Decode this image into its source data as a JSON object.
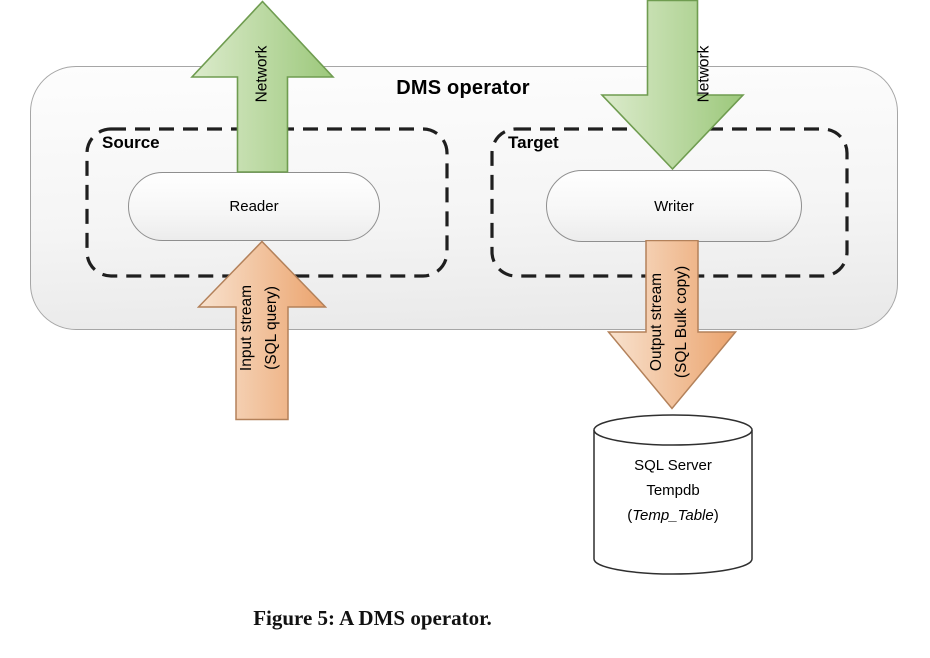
{
  "diagram": {
    "title": "DMS operator",
    "source_label": "Source",
    "reader_label": "Reader",
    "target_label": "Target",
    "writer_label": "Writer",
    "network_up_label": "Network",
    "network_down_label": "Network",
    "input_stream": {
      "line1": "Input stream",
      "line2": "(SQL query)"
    },
    "output_stream": {
      "line1": "Output stream",
      "line2": "(SQL Bulk copy)"
    },
    "database": {
      "line1": "SQL Server",
      "line2": "Tempdb",
      "paren_open": "(",
      "table_name": "Temp_Table",
      "paren_close": ")"
    }
  },
  "caption": "Figure 5: A DMS operator.",
  "colors": {
    "green_light": "#dcebcc",
    "green_fill": "#9cc87b",
    "green_stroke": "#6f9c50",
    "orange_light": "#f8e2ce",
    "orange_fill": "#eba36d",
    "orange_stroke": "#b3815a",
    "dashed_stroke": "#1f1f1f",
    "cylinder_stroke": "#2f2f2f",
    "cylinder_fill": "#ffffff"
  }
}
